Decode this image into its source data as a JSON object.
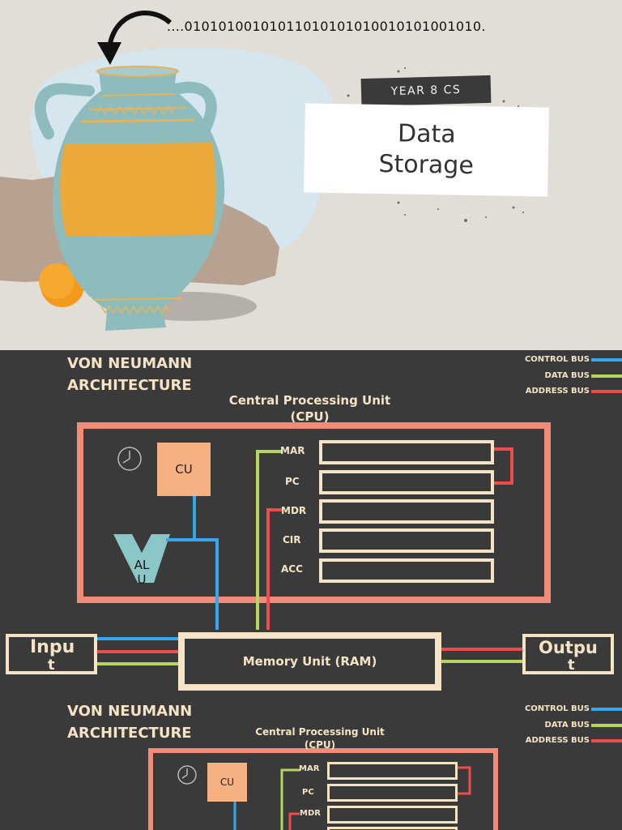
{
  "slide_title": {
    "binary_text": "....01010100101011010101010010101001010.",
    "tag": "YEAR 8 CS",
    "title": "Data Storage"
  },
  "diagram": {
    "heading_line1": "VON NEUMANN",
    "heading_line2": "ARCHITECTURE",
    "legend": [
      {
        "label": "CONTROL BUS",
        "color": "#35a7f0"
      },
      {
        "label": "DATA BUS",
        "color": "#b6d55f"
      },
      {
        "label": "ADDRESS BUS",
        "color": "#ee4b4b"
      }
    ],
    "cpu_title_line1": "Central Processing Unit",
    "cpu_title_line2": "(CPU)",
    "cu_label": "CU",
    "alu_line1": "AL",
    "alu_line2": "U",
    "registers": [
      "MAR",
      "PC",
      "MDR",
      "CIR",
      "ACC"
    ],
    "input_label_line1": "Inpu",
    "input_label_line2": "t",
    "output_label_line1": "Outpu",
    "output_label_line2": "t",
    "memory_label": "Memory Unit (RAM)",
    "colors": {
      "cpu_border": "#f28b78",
      "box_border": "#f4e3c4",
      "cu_fill": "#f6b183",
      "alu_fill": "#8cc7c8",
      "background": "#3a3a3b"
    }
  }
}
